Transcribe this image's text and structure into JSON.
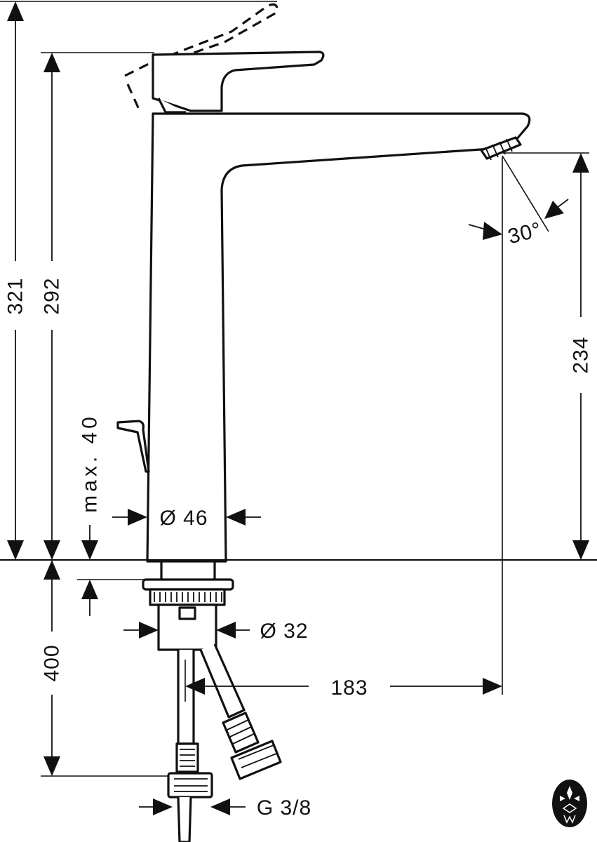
{
  "drawing": {
    "dimensions": {
      "total_height": "321",
      "spout_top_height": "292",
      "spout_outlet_height": "234",
      "mounting_depth": "400",
      "max_thickness": "max. 40",
      "body_diameter": "Ø 46",
      "shank_diameter": "Ø 32",
      "projection": "183",
      "spray_angle": "30°",
      "connection": "G 3/8"
    },
    "logo": {
      "icon": "brand-seal-icon",
      "color": "#111111"
    }
  }
}
